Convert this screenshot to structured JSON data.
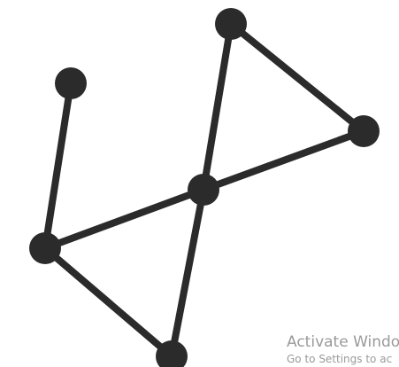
{
  "graph": {
    "node_color": "#2b2b2b",
    "edge_color": "#2b2b2b",
    "nodes": [
      "top",
      "left-upper",
      "right",
      "center",
      "left-lower",
      "bottom"
    ],
    "edges": [
      [
        "left-upper",
        "left-lower"
      ],
      [
        "left-lower",
        "center"
      ],
      [
        "center",
        "right"
      ],
      [
        "left-lower",
        "bottom"
      ],
      [
        "bottom",
        "center"
      ],
      [
        "center",
        "top"
      ],
      [
        "top",
        "right"
      ]
    ]
  },
  "watermark": {
    "title": "Activate Windo",
    "subtitle": "Go to Settings to ac",
    "color": "#9a9a9a"
  }
}
